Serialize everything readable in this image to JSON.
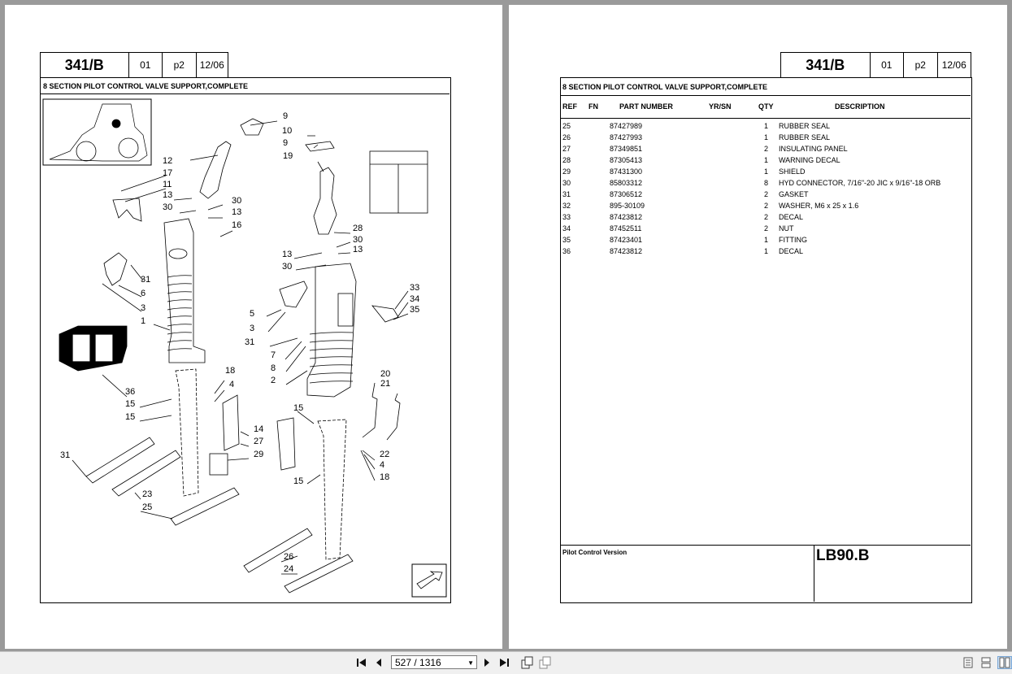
{
  "left_page": {
    "header": {
      "code": "341/B",
      "rev": "01",
      "page": "p2",
      "date": "12/06"
    },
    "title": "8 SECTION PILOT CONTROL VALVE SUPPORT,COMPLETE",
    "callouts": [
      "9",
      "10",
      "9",
      "19",
      "12",
      "17",
      "11",
      "13",
      "30",
      "30",
      "13",
      "16",
      "28",
      "30",
      "13",
      "13",
      "30",
      "31",
      "6",
      "3",
      "1",
      "5",
      "3",
      "31",
      "33",
      "34",
      "35",
      "36",
      "7",
      "8",
      "2",
      "18",
      "4",
      "15",
      "15",
      "20",
      "21",
      "14",
      "27",
      "29",
      "15",
      "22",
      "4",
      "31",
      "23",
      "25",
      "15",
      "18",
      "26",
      "24"
    ]
  },
  "right_page": {
    "header": {
      "code": "341/B",
      "rev": "01",
      "page": "p2",
      "date": "12/06"
    },
    "title": "8 SECTION PILOT CONTROL VALVE SUPPORT,COMPLETE",
    "columns": {
      "ref": "REF",
      "fn": "FN",
      "part": "PART NUMBER",
      "yrsn": "YR/SN",
      "qty": "QTY",
      "desc": "DESCRIPTION"
    },
    "rows": [
      {
        "ref": "25",
        "part": "87427989",
        "qty": "1",
        "desc": "RUBBER SEAL"
      },
      {
        "ref": "26",
        "part": "87427993",
        "qty": "1",
        "desc": "RUBBER SEAL"
      },
      {
        "ref": "27",
        "part": "87349851",
        "qty": "2",
        "desc": "INSULATING PANEL"
      },
      {
        "ref": "28",
        "part": "87305413",
        "qty": "1",
        "desc": "WARNING DECAL"
      },
      {
        "ref": "29",
        "part": "87431300",
        "qty": "1",
        "desc": "SHIELD"
      },
      {
        "ref": "30",
        "part": "85803312",
        "qty": "8",
        "desc": "HYD CONNECTOR, 7/16\"-20 JIC x 9/16\"-18 ORB"
      },
      {
        "ref": "31",
        "part": "87306512",
        "qty": "2",
        "desc": "GASKET"
      },
      {
        "ref": "32",
        "part": "895-30109",
        "qty": "2",
        "desc": "WASHER, M6 x 25 x 1.6"
      },
      {
        "ref": "33",
        "part": "87423812",
        "qty": "2",
        "desc": "DECAL"
      },
      {
        "ref": "34",
        "part": "87452511",
        "qty": "2",
        "desc": "NUT"
      },
      {
        "ref": "35",
        "part": "87423401",
        "qty": "1",
        "desc": "FITTING"
      },
      {
        "ref": "36",
        "part": "87423812",
        "qty": "1",
        "desc": "DECAL"
      }
    ],
    "footer": {
      "version": "Pilot Control Version",
      "model": "LB90.B"
    }
  },
  "toolbar": {
    "page_indicator": "527 / 1316"
  }
}
